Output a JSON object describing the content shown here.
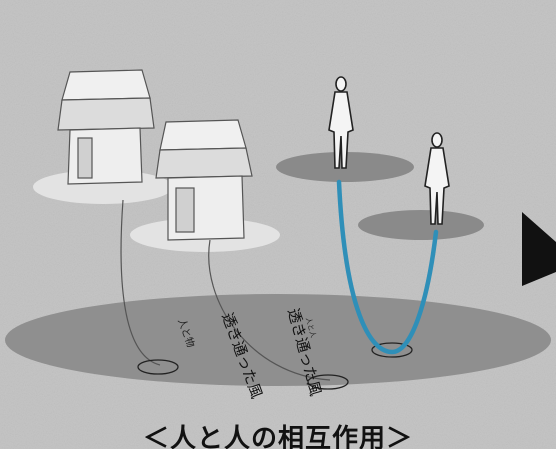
{
  "diagram": {
    "labels": {
      "person_to_object": "人と物",
      "label_left": "透き通った風",
      "label_mid": "透き通った風",
      "label_mid_small": "人と人"
    },
    "caption": "＜人と人の相互作用＞",
    "colors": {
      "background": "#bfbfbf",
      "base_disc": "#8c8c8c",
      "object_disc": "#e6e6e6",
      "person_disc": "#8a8a8a",
      "link_object": "#555555",
      "link_person": "#2f8fb8",
      "arrow": "#111111"
    },
    "icons": [
      "house-icon",
      "person-icon",
      "arrow-right-icon"
    ]
  }
}
